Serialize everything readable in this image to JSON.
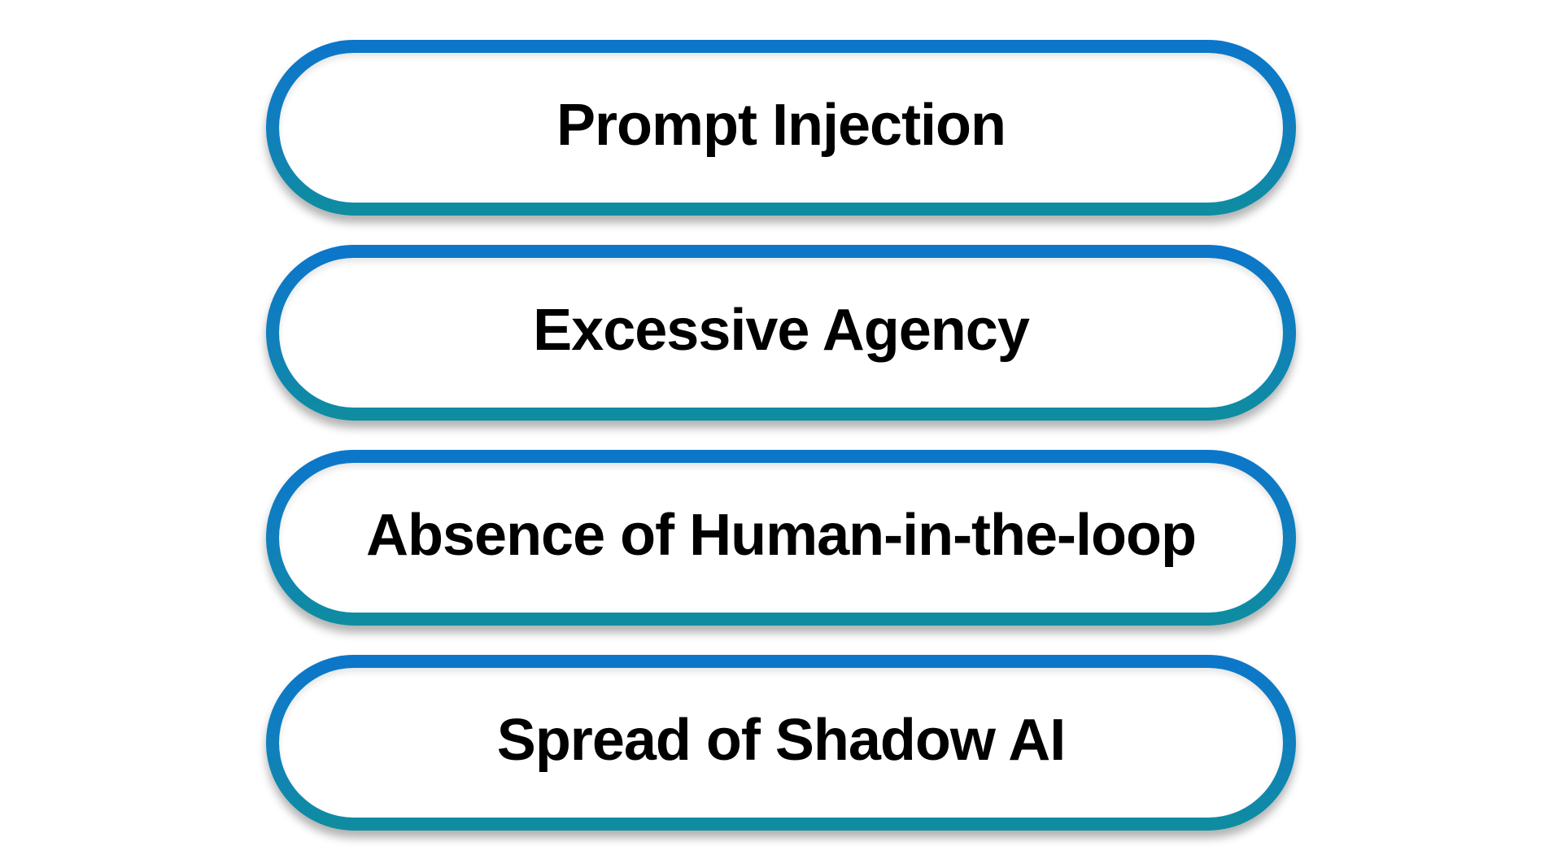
{
  "diagram": {
    "type": "stacked-pill-list",
    "items": [
      {
        "label": "Prompt Injection"
      },
      {
        "label": "Excessive Agency"
      },
      {
        "label": "Absence of Human-in-the-loop"
      },
      {
        "label": "Spread of Shadow AI"
      }
    ]
  },
  "colors": {
    "canvas_bg": "#ffffff",
    "border_top": "#0c76ca",
    "border_mid": "#1080bb",
    "border_bottom": "#0f8d9e",
    "pill_fill": "#ffffff",
    "text_color": "#000000"
  }
}
